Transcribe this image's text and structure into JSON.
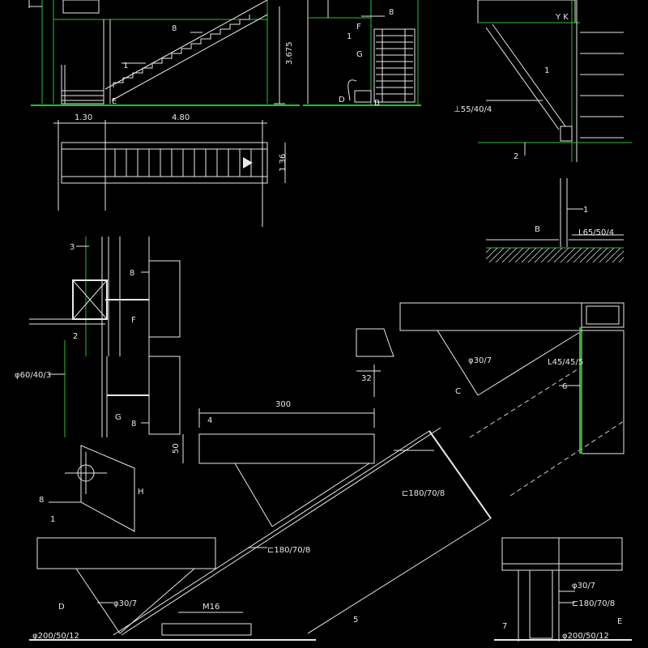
{
  "colors": {
    "background": "#000000",
    "line": "#e8e8e8",
    "accent": "#27c227"
  },
  "labels": {
    "elev_8": "8",
    "elev_1": "1",
    "elev_E": "E",
    "dim_3675": "3.675",
    "side_8": "8",
    "side_1": "1",
    "side_F": "F",
    "side_G": "G",
    "side_D": "D",
    "side_B": "B",
    "tr_yk": "Y K",
    "tr_1": "1",
    "tr_angle": "⊥55/40/4",
    "tr_2": "2",
    "mr_1": "1",
    "mr_B": "B",
    "mr_angle": "L65/50/4",
    "plan_130": "1.30",
    "plan_480": "4.80",
    "plan_136": "1.36",
    "f_3": "3",
    "f_8": "8",
    "f_2": "2",
    "f_F": "F",
    "g_pipe": "φ60/40/3",
    "g_G": "G",
    "g_8": "8",
    "dim_32": "32",
    "c_rod": "φ30/7",
    "c_angle": "L45/45/5",
    "c_6": "6",
    "c_C": "C",
    "tread_300": "300",
    "tread_4": "4",
    "tread_50": "50",
    "ch_1": "⊏180/70/8",
    "ch_2": "⊏180/70/8",
    "h_8": "8",
    "h_1": "1",
    "h_H": "H",
    "d_D": "D",
    "d_rod": "φ30/7",
    "d_m16": "M16",
    "d_plate": "φ200/50/12",
    "d_5": "5",
    "e_rod": "φ30/7",
    "e_ch": "⊏180/70/8",
    "e_plate": "φ200/50/12",
    "e_7": "7",
    "e_E": "E"
  }
}
